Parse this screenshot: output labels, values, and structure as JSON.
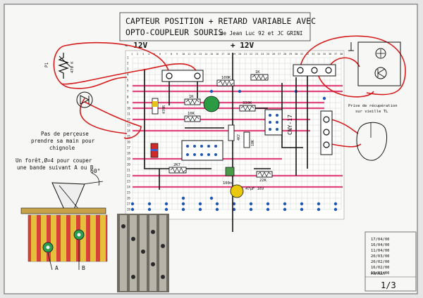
{
  "title": {
    "line1": "CAPTEUR POSITION + RETARD VARIABLE AVEC",
    "line2": "OPTO-COUPLEUR SOURIS",
    "authors": "de Jean Luc 92 et JC GRINI"
  },
  "rails": {
    "neg": "- 12V",
    "pos": "+ 12V"
  },
  "col_numbers": [
    "1",
    "2",
    "3",
    "4",
    "5",
    "6",
    "7",
    "8",
    "9",
    "10",
    "11",
    "12",
    "13",
    "14",
    "15",
    "16",
    "17",
    "18",
    "19",
    "20",
    "21",
    "22",
    "23",
    "24",
    "25",
    "26",
    "27",
    "28",
    "29",
    "30",
    "31",
    "32",
    "33",
    "34",
    "35",
    "36",
    "37",
    "38"
  ],
  "row_numbers": [
    "1",
    "2",
    "3",
    "4",
    "5",
    "6",
    "7",
    "8",
    "9",
    "10",
    "11",
    "12",
    "13",
    "14",
    "15",
    "16",
    "17",
    "18",
    "19",
    "20",
    "21",
    "22",
    "23",
    "24",
    "25",
    "26",
    "27",
    "28"
  ],
  "components": {
    "p1": "P1",
    "p1_value": "470 K",
    "r_1k_a": "1K",
    "r_100k": "100K",
    "r_1k_b": "1K",
    "r_10k": "10K",
    "r_330k": "330K",
    "r_22k": "22K",
    "r_470r": "470R",
    "r_4k7": "4K7",
    "r_2k7": "2K7",
    "r_10k_v": "10K",
    "c_100n": "100n",
    "c_47u": "47µF 16V",
    "cny": "CNY-17"
  },
  "notes": {
    "no_drill": [
      "Pas de perçeuse",
      "prendre sa main pour",
      "chignole"
    ],
    "drill_bit": [
      "Un forêt,Ø=4 pour couper",
      "une bande suivant A ou B"
    ],
    "angle": "60°",
    "label_a": "A",
    "label_b": "B",
    "recovery": [
      "Prise de récupération",
      "sur vieille TL"
    ]
  },
  "revisions": [
    "17/04/00",
    "16/04/00",
    "11/04/00",
    "20/03/00",
    "20/02/00",
    "16/02/00",
    "15/02/00"
  ],
  "signature": "PAPAGUY",
  "page": "1/3"
}
